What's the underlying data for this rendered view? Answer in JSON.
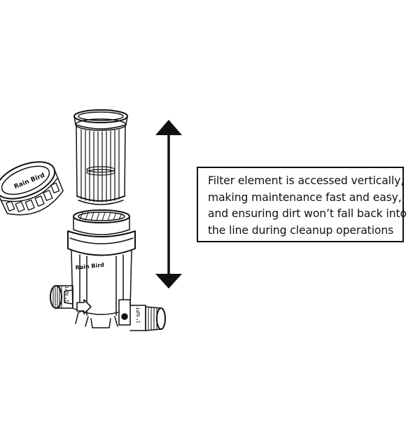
{
  "callout": {
    "lines": [
      "Filter element is accessed vertically,",
      "making maintenance fast and easy,",
      "and ensuring dirt won’t fall back into",
      "the line during cleanup operations"
    ]
  },
  "labels": {
    "brand": "Rain Bird",
    "npt_left": "1\" NPT",
    "npt_right": "1\" NPT"
  },
  "icons": {
    "arrow": "double-vertical-arrow-icon",
    "flow": "flow-direction-arrow-icon"
  },
  "colors": {
    "line": "#111111",
    "background": "#ffffff"
  }
}
